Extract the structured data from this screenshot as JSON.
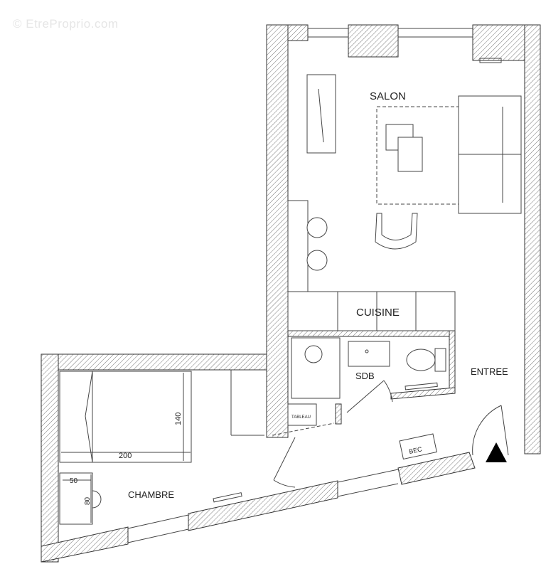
{
  "watermark": "© EtreProprio.com",
  "rooms": {
    "salon": "SALON",
    "cuisine": "CUISINE",
    "sdb": "SDB",
    "entree": "ENTREE",
    "chambre": "CHAMBRE"
  },
  "fixtures": {
    "tableau": "TABLEAU",
    "bec": "BEC"
  },
  "dimensions": {
    "bed_length": "200",
    "bed_width": "140",
    "desk_width": "50",
    "desk_length": "80"
  },
  "colors": {
    "line": "#333333",
    "entrance_arrow": "#000000"
  },
  "icons": {
    "entrance": "entrance-arrow-icon"
  }
}
